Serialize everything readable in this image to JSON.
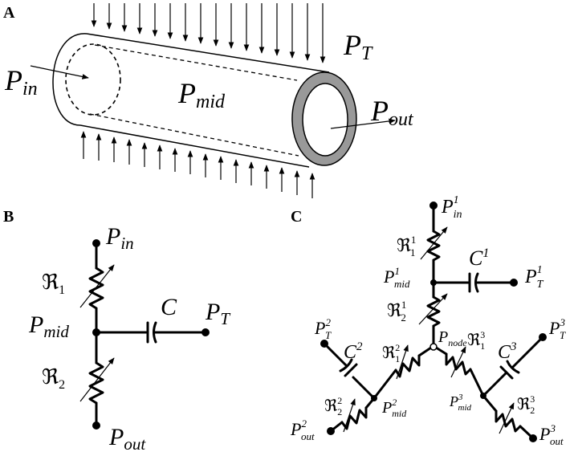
{
  "panels": {
    "a": "A",
    "b": "B",
    "c": "C"
  },
  "panel_a": {
    "p_in": {
      "base": "P",
      "sub": "in"
    },
    "p_mid": {
      "base": "P",
      "sub": "mid"
    },
    "p_out": {
      "base": "P",
      "sub": "out"
    },
    "p_t": {
      "base": "P",
      "sub": "T"
    }
  },
  "panel_b": {
    "p_in": {
      "base": "P",
      "sub": "in"
    },
    "p_mid": {
      "base": "P",
      "sub": "mid"
    },
    "p_out": {
      "base": "P",
      "sub": "out"
    },
    "p_t": {
      "base": "P",
      "sub": "T"
    },
    "r1": {
      "base": "ℜ",
      "sub": "1"
    },
    "r2": {
      "base": "ℜ",
      "sub": "2"
    },
    "cap": "C"
  },
  "panel_c": {
    "pin1": {
      "base": "P",
      "sub": "in",
      "sup": "1"
    },
    "r1_1": {
      "base": "ℜ",
      "sub": "1",
      "sup": "1"
    },
    "c1": {
      "base": "C",
      "sup": "1"
    },
    "pt1": {
      "base": "P",
      "sub": "T",
      "sup": "1"
    },
    "pmid1": {
      "base": "P",
      "sub": "mid",
      "sup": "1"
    },
    "r1_2": {
      "base": "ℜ",
      "sub": "2",
      "sup": "1"
    },
    "pnode": {
      "base": "P",
      "sub": "node"
    },
    "pt2": {
      "base": "P",
      "sub": "T",
      "sup": "2"
    },
    "c2": {
      "base": "C",
      "sup": "2"
    },
    "r2_1": {
      "base": "ℜ",
      "sub": "1",
      "sup": "2"
    },
    "pmid2": {
      "base": "P",
      "sub": "mid",
      "sup": "2"
    },
    "r2_2": {
      "base": "ℜ",
      "sub": "2",
      "sup": "2"
    },
    "pout2": {
      "base": "P",
      "sub": "out",
      "sup": "2"
    },
    "r3_1": {
      "base": "ℜ",
      "sub": "1",
      "sup": "3"
    },
    "c3": {
      "base": "C",
      "sup": "3"
    },
    "pt3": {
      "base": "P",
      "sub": "T",
      "sup": "3"
    },
    "pmid3": {
      "base": "P",
      "sub": "mid",
      "sup": "3"
    },
    "r3_2": {
      "base": "ℜ",
      "sub": "2",
      "sup": "3"
    },
    "pout3": {
      "base": "P",
      "sub": "out",
      "sup": "3"
    }
  }
}
